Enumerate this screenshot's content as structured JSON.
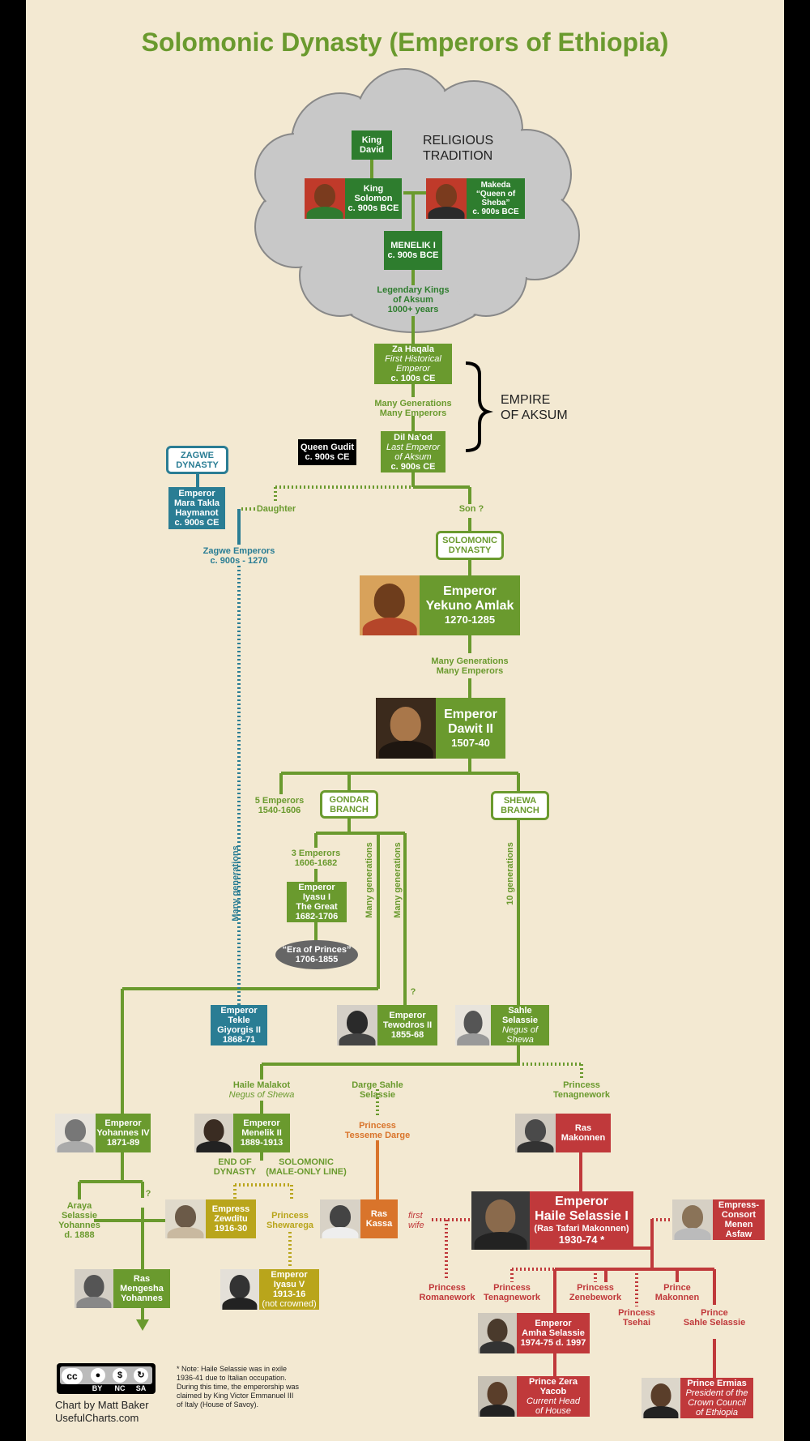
{
  "title": "Solomonic Dynasty (Emperors of Ethiopia)",
  "religious_tradition": {
    "label": "RELIGIOUS TRADITION"
  },
  "king_david": {
    "l1": "King",
    "l2": "David"
  },
  "king_solomon": {
    "l1": "King",
    "l2": "Solomon",
    "l3": "c. 900s BCE"
  },
  "makeda": {
    "l1": "Makeda",
    "l2": "“Queen of",
    "l3": "Sheba”",
    "l4": "c. 900s BCE"
  },
  "menelik_i": {
    "l1": "MENELIK I",
    "l2": "c. 900s BCE"
  },
  "legendary": {
    "l1": "Legendary Kings",
    "l2": "of Aksum",
    "l3": "1000+ years"
  },
  "za_haqala": {
    "l1": "Za Haqala",
    "l2": "First Historical",
    "l3": "Emperor",
    "l4": "c. 100s CE"
  },
  "many_gen_1": {
    "l1": "Many Generations",
    "l2": "Many Emperors"
  },
  "empire_aksum": {
    "l1": "EMPIRE",
    "l2": "OF AKSUM"
  },
  "dil_naod": {
    "l1": "Dil Na’od",
    "l2": "Last Emperor",
    "l3": "of Aksum",
    "l4": "c. 900s CE"
  },
  "queen_gudit": {
    "l1": "Queen Gudit",
    "l2": "c. 900s CE"
  },
  "zagwe_dynasty": {
    "l1": "ZAGWE",
    "l2": "DYNASTY"
  },
  "mara_takla": {
    "l1": "Emperor",
    "l2": "Mara Takla",
    "l3": "Haymanot",
    "l4": "c. 900s CE"
  },
  "daughter": "Daughter",
  "son": "Son ?",
  "zagwe_emperors": {
    "l1": "Zagwe Emperors",
    "l2": "c. 900s - 1270"
  },
  "solomonic_dynasty": {
    "l1": "SOLOMONIC",
    "l2": "DYNASTY"
  },
  "yekuno_amlak": {
    "l1": "Emperor",
    "l2": "Yekuno Amlak",
    "l3": "1270-1285"
  },
  "many_gen_2": {
    "l1": "Many Generations",
    "l2": "Many Emperors"
  },
  "dawit_ii": {
    "l1": "Emperor",
    "l2": "Dawit II",
    "l3": "1507-40"
  },
  "five_emperors": {
    "l1": "5 Emperors",
    "l2": "1540-1606"
  },
  "gondar_branch": {
    "l1": "GONDAR",
    "l2": "BRANCH"
  },
  "shewa_branch": {
    "l1": "SHEWA",
    "l2": "BRANCH"
  },
  "three_emperors": {
    "l1": "3 Emperors",
    "l2": "1606-1682"
  },
  "many_generations_v": "Many generations",
  "ten_generations_v": "10 generations",
  "iyasu_i": {
    "l1": "Emperor",
    "l2": "Iyasu I",
    "l3": "The Great",
    "l4": "1682-1706"
  },
  "era_of_princes": {
    "l1": "“Era of Princes”",
    "l2": "1706-1855"
  },
  "question": "?",
  "tekle_giyorgis": {
    "l1": "Emperor",
    "l2": "Tekle",
    "l3": "Giyorgis II",
    "l4": "1868-71"
  },
  "tewodros": {
    "l1": "Emperor",
    "l2": "Tewodros II",
    "l3": "1855-68"
  },
  "sahle_selassie": {
    "l1": "Sahle",
    "l2": "Selassie",
    "l3": "Negus of",
    "l4": "Shewa"
  },
  "haile_malakot": {
    "l1": "Haile Malakot",
    "l2": "Negus of Shewa"
  },
  "darge_sahle": {
    "l1": "Darge Sahle",
    "l2": "Selassie"
  },
  "princess_tenagnework_1": {
    "l1": "Princess",
    "l2": "Tenagnework"
  },
  "yohannes_iv": {
    "l1": "Emperor",
    "l2": "Yohannes IV",
    "l3": "1871-89"
  },
  "menelik_ii": {
    "l1": "Emperor",
    "l2": "Menelik II",
    "l3": "1889-1913"
  },
  "princess_tesseme": {
    "l1": "Princess",
    "l2": "Tesseme Darge"
  },
  "ras_makonnen": {
    "l1": "Ras",
    "l2": "Makonnen"
  },
  "end_of_dynasty": {
    "l1": "END OF",
    "l2": "DYNASTY"
  },
  "solomonic_male": {
    "l1": "SOLOMONIC",
    "l2": "(MALE-ONLY LINE)"
  },
  "araya_selassie": {
    "l1": "Araya",
    "l2": "Selassie",
    "l3": "Yohannes",
    "l4": "d. 1888"
  },
  "empress_zewditu": {
    "l1": "Empress",
    "l2": "Zewditu",
    "l3": "1916-30"
  },
  "princess_shewarega": {
    "l1": "Princess",
    "l2": "Shewarega"
  },
  "ras_kassa": {
    "l1": "Ras",
    "l2": "Kassa"
  },
  "first_wife": {
    "l1": "first",
    "l2": "wife"
  },
  "haile_selassie": {
    "l1": "Emperor",
    "l2": "Haile Selassie I",
    "l3": "(Ras Tafari Makonnen)",
    "l4": "1930-74 *"
  },
  "menen_asfaw": {
    "l1": "Empress-",
    "l2": "Consort",
    "l3": "Menen",
    "l4": "Asfaw"
  },
  "ras_mengesha": {
    "l1": "Ras",
    "l2": "Mengesha",
    "l3": "Yohannes"
  },
  "iyasu_v": {
    "l1": "Emperor",
    "l2": "Iyasu V",
    "l3": "1913-16",
    "l4": "(not crowned)"
  },
  "princess_romanework": {
    "l1": "Princess",
    "l2": "Romanework"
  },
  "princess_tenagnework_2": {
    "l1": "Princess",
    "l2": "Tenagnework"
  },
  "princess_zenebework": {
    "l1": "Princess",
    "l2": "Zenebework"
  },
  "princess_tsehai": {
    "l1": "Princess",
    "l2": "Tsehai"
  },
  "prince_makonnen": {
    "l1": "Prince",
    "l2": "Makonnen"
  },
  "prince_sahle_selassie": {
    "l1": "Prince",
    "l2": "Sahle Selassie"
  },
  "amha_selassie": {
    "l1": "Emperor",
    "l2": "Amha Selassie",
    "l3": "1974-75 d. 1997"
  },
  "zera_yacob": {
    "l1": "Prince Zera",
    "l2": "Yacob",
    "l3": "Current Head",
    "l4": "of House"
  },
  "ermias": {
    "l1": "Prince Ermias",
    "l2": "President of the",
    "l3": "Crown Council",
    "l4": "of Ethiopia"
  },
  "license": {
    "cc": "cc",
    "by": "BY",
    "nc": "NC",
    "sa": "SA"
  },
  "credit": {
    "l1": "Chart by Matt Baker",
    "l2": "UsefulCharts.com"
  },
  "note": {
    "l1": "* Note: Haile Selassie was in exile",
    "l2": "1936-41 due to Italian occupation.",
    "l3": "During this time, the emperorship was",
    "l4": "claimed by King Victor Emmanuel III",
    "l5": "of Italy (House of Savoy)."
  },
  "colors": {
    "green": "#6a9a2e",
    "dark_green": "#2e7d2e",
    "teal": "#2a7d94",
    "red": "#c0393b",
    "yellow": "#b9a51b",
    "orange": "#d9742b",
    "background": "#f3e9d2"
  }
}
